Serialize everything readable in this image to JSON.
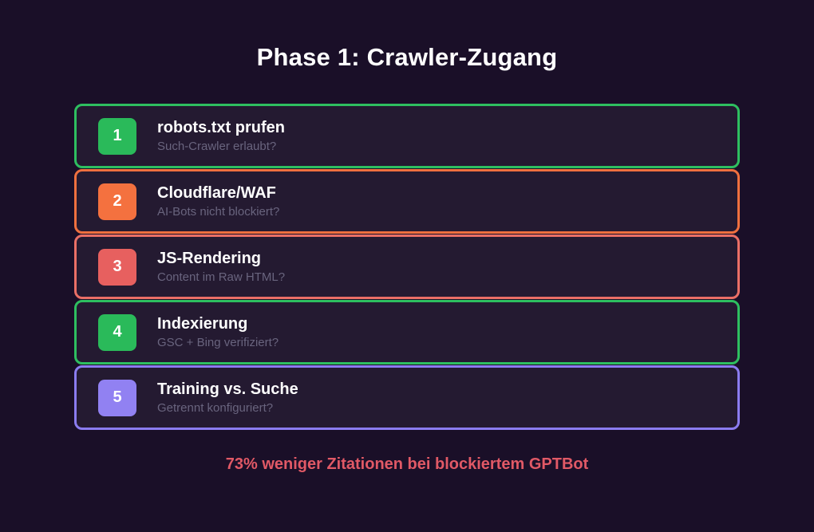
{
  "page": {
    "title": "Phase 1: Crawler-Zugang",
    "footer": "73% weniger Zitationen bei blockiertem GPTBot",
    "colors": {
      "background": "#1a0f28",
      "card_background": "#241a31",
      "title_text": "#ffffff",
      "subtitle_text": "#69647e",
      "footer_text": "#e15966"
    }
  },
  "steps": [
    {
      "number": "1",
      "title": "robots.txt prufen",
      "subtitle": "Such-Crawler erlaubt?",
      "border_color": "#2ebf60",
      "badge_color": "#2aba5a"
    },
    {
      "number": "2",
      "title": "Cloudflare/WAF",
      "subtitle": "AI-Bots nicht blockiert?",
      "border_color": "#f0703f",
      "badge_color": "#f4713f"
    },
    {
      "number": "3",
      "title": "JS-Rendering",
      "subtitle": "Content im Raw HTML?",
      "border_color": "#ea6f66",
      "badge_color": "#e7605f"
    },
    {
      "number": "4",
      "title": "Indexierung",
      "subtitle": "GSC + Bing verifiziert?",
      "border_color": "#2ebf60",
      "badge_color": "#2aba5a"
    },
    {
      "number": "5",
      "title": "Training vs. Suche",
      "subtitle": "Getrennt konfiguriert?",
      "border_color": "#8b7cf0",
      "badge_color": "#9181f2"
    }
  ]
}
